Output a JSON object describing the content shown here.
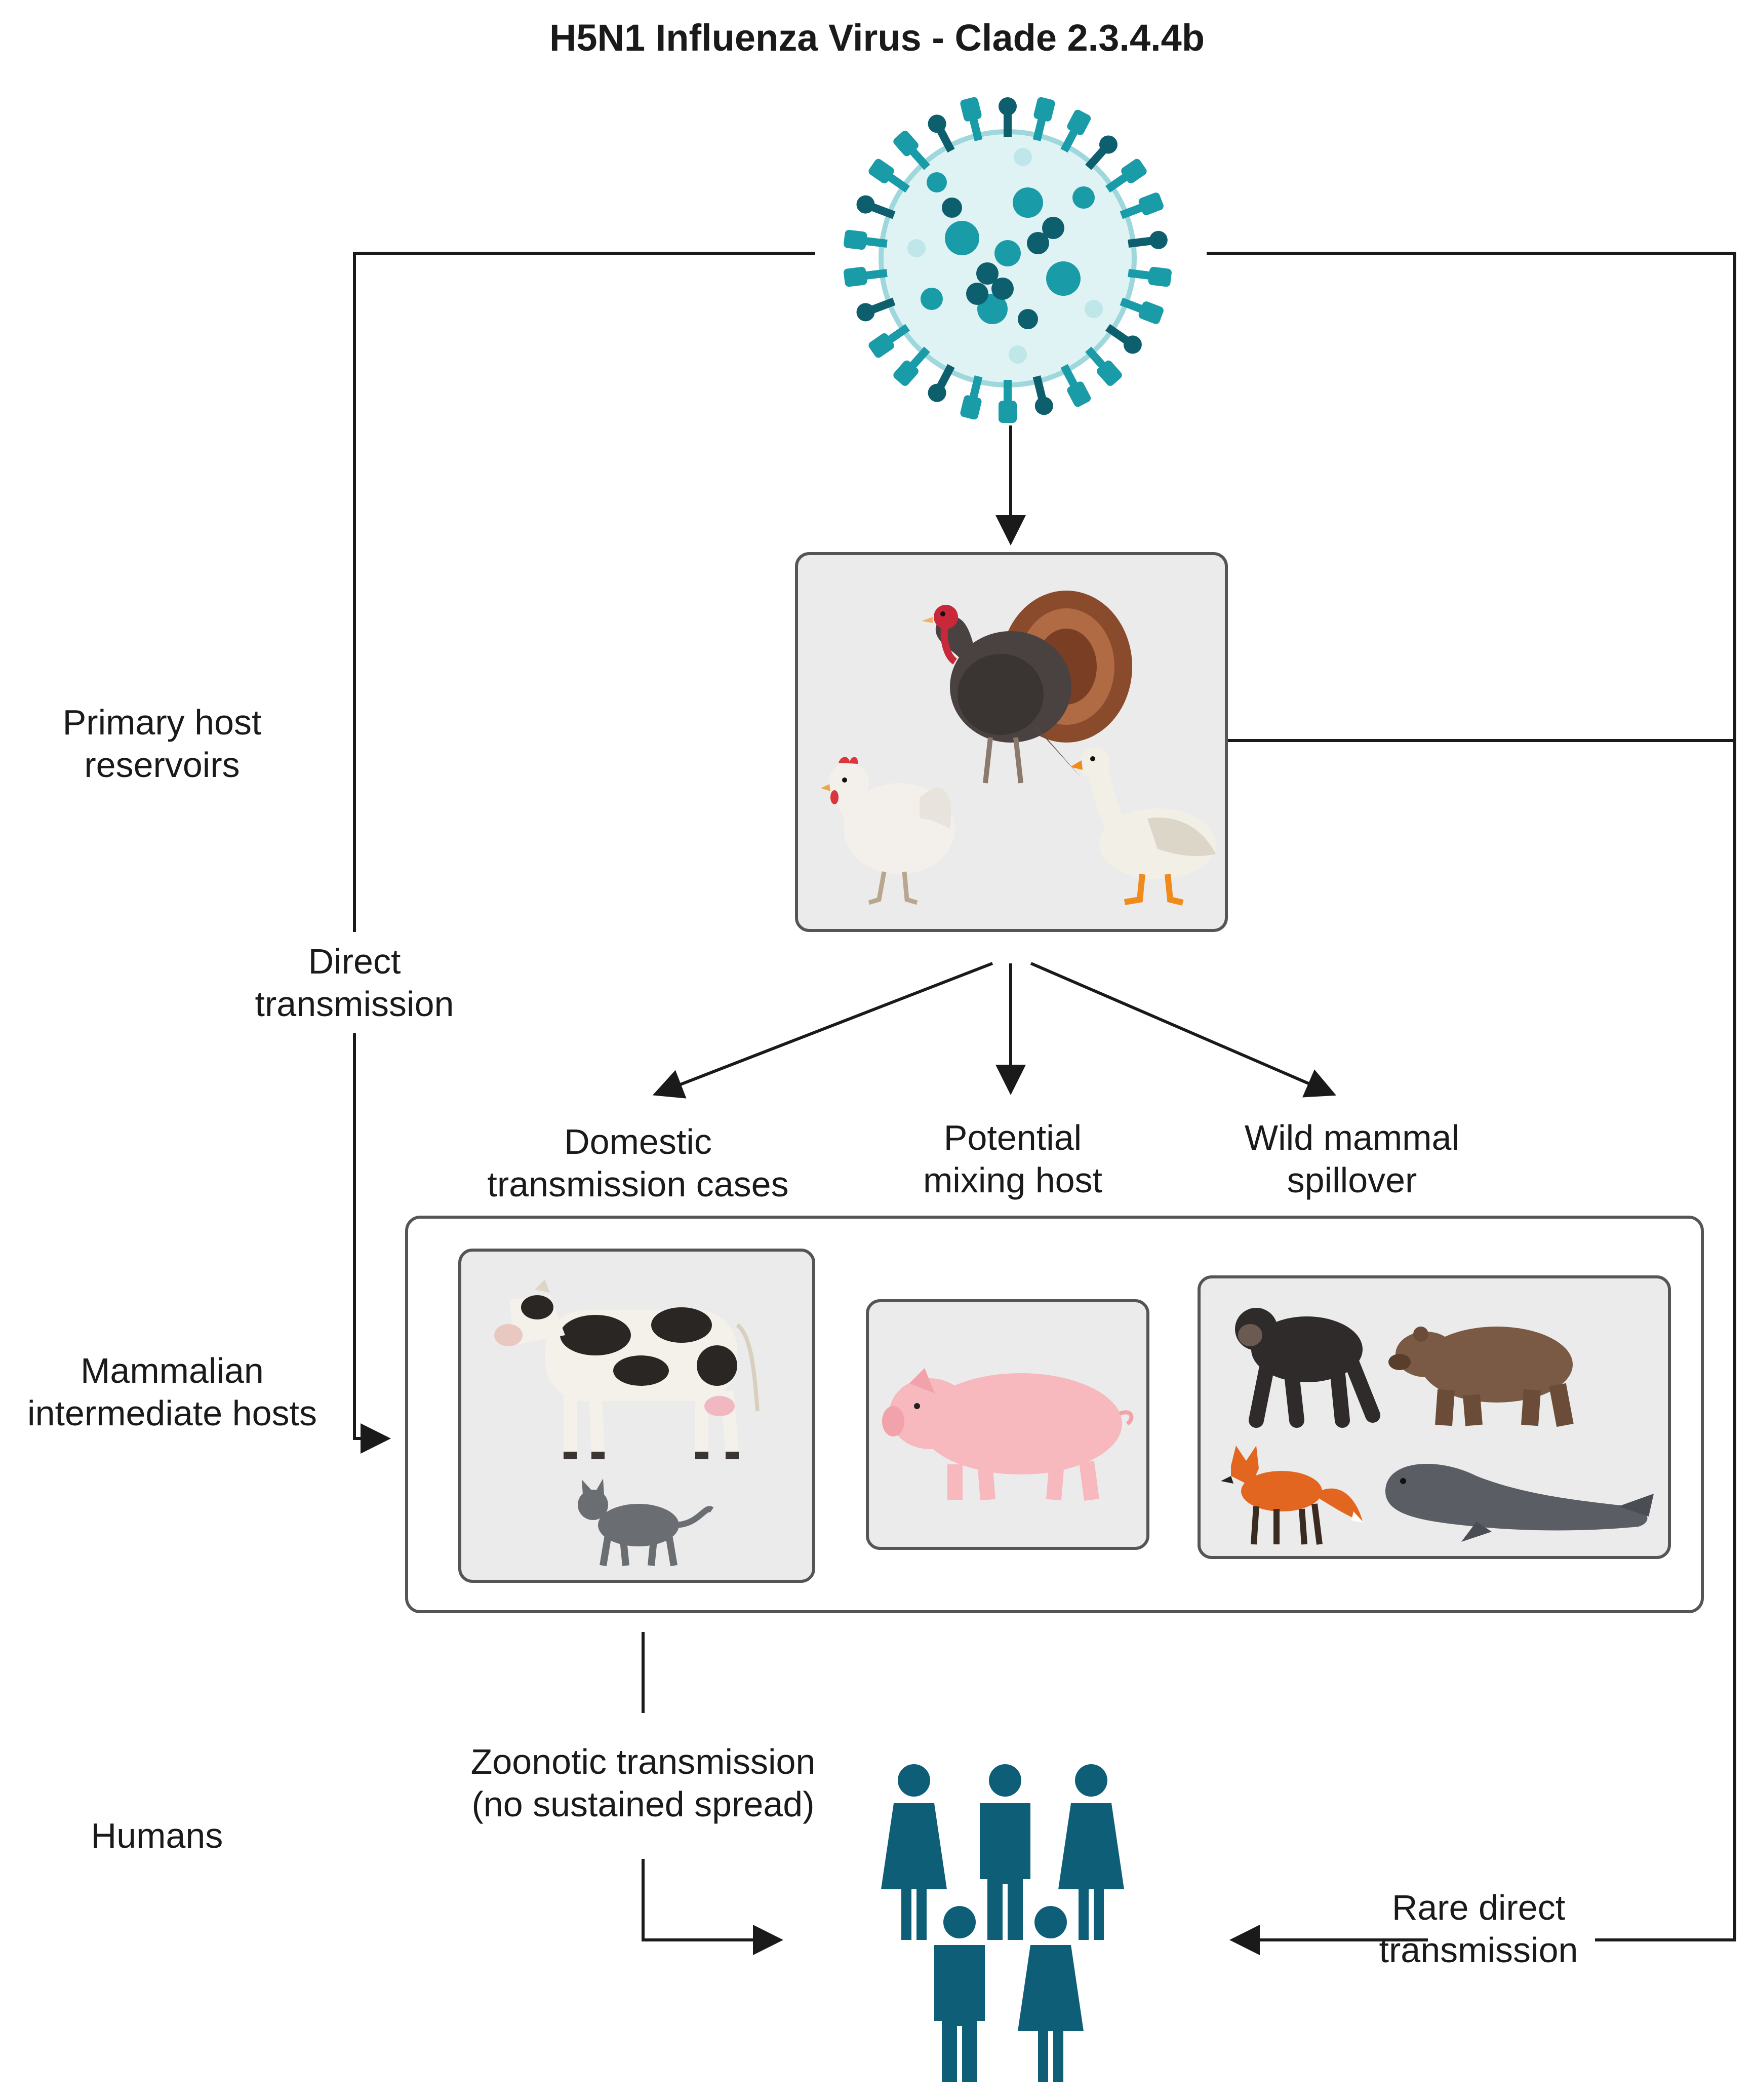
{
  "title": "H5N1 Influenza Virus - Clade 2.3.4.4b",
  "row_labels": {
    "primary": [
      "Primary host",
      "reservoirs"
    ],
    "mammalian": [
      "Mammalian",
      "intermediate hosts"
    ],
    "humans": [
      "Humans"
    ]
  },
  "edge_labels": {
    "direct": [
      "Direct",
      "transmission"
    ],
    "zoonotic": [
      "Zoonotic transmission",
      "(no sustained spread)"
    ],
    "rare": [
      "Rare direct",
      "transmission"
    ]
  },
  "category_labels": {
    "domestic": [
      "Domestic",
      "transmission cases"
    ],
    "mixing": [
      "Potential",
      "mixing host"
    ],
    "wild": [
      "Wild mammal",
      "spillover"
    ]
  },
  "icons": {
    "virus": "virus-particle-icon",
    "turkey": "turkey-icon",
    "chicken": "chicken-icon",
    "goose": "goose-icon",
    "cow": "cow-icon",
    "cat": "cat-icon",
    "pig": "pig-icon",
    "chimpanzee": "chimpanzee-icon",
    "bear": "bear-icon",
    "fox": "fox-icon",
    "seal": "seal-icon",
    "humans": "human-group-icon"
  },
  "colors": {
    "virus_teal": "#1a9ba8",
    "virus_dark": "#0e5f6e",
    "human_teal": "#0f5e78",
    "box_fill": "#ebebeb",
    "line": "#1a1a1a"
  }
}
